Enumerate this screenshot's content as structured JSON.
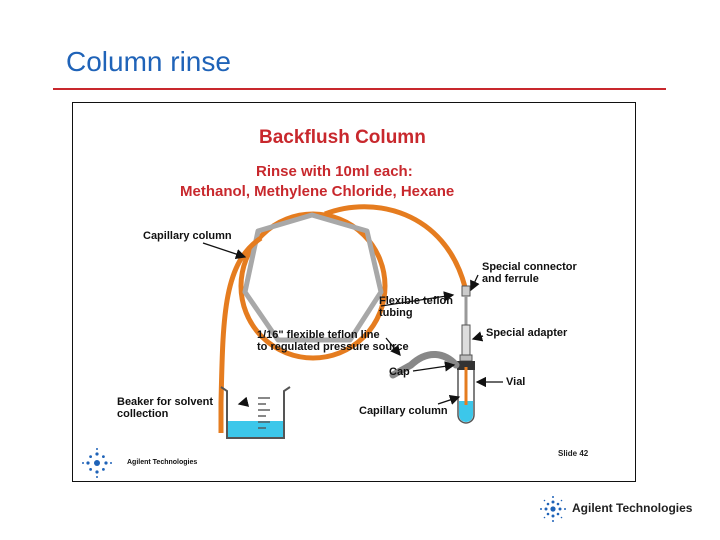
{
  "slide": {
    "title": "Column rinse"
  },
  "diagram": {
    "heading": "Backflush Column",
    "instruction_line1": "Rinse with 10ml each:",
    "instruction_line2": "Methanol, Methylene Chloride, Hexane",
    "labels": {
      "capillary_column_top": "Capillary column",
      "special_connector_1": "Special connector",
      "special_connector_2": "and ferrule",
      "flexible_tubing_1": "Flexible teflon",
      "flexible_tubing_2": "tubing",
      "special_adapter": "Special adapter",
      "teflon_line_1": "1/16\" flexible teflon line",
      "teflon_line_2": "to regulated pressure source",
      "cap": "Cap",
      "vial": "Vial",
      "beaker_1": "Beaker for solvent",
      "beaker_2": "collection",
      "capillary_column_bottom": "Capillary column"
    },
    "slide_number": "Slide 42",
    "inner_logo_text": "Agilent Technologies"
  },
  "footer": {
    "logo_text": "Agilent Technologies"
  },
  "colors": {
    "title": "#1f63b8",
    "rule": "#c8282d",
    "heading": "#c8282d",
    "column": "#e57c1f",
    "liquid": "#3cc7ea"
  }
}
